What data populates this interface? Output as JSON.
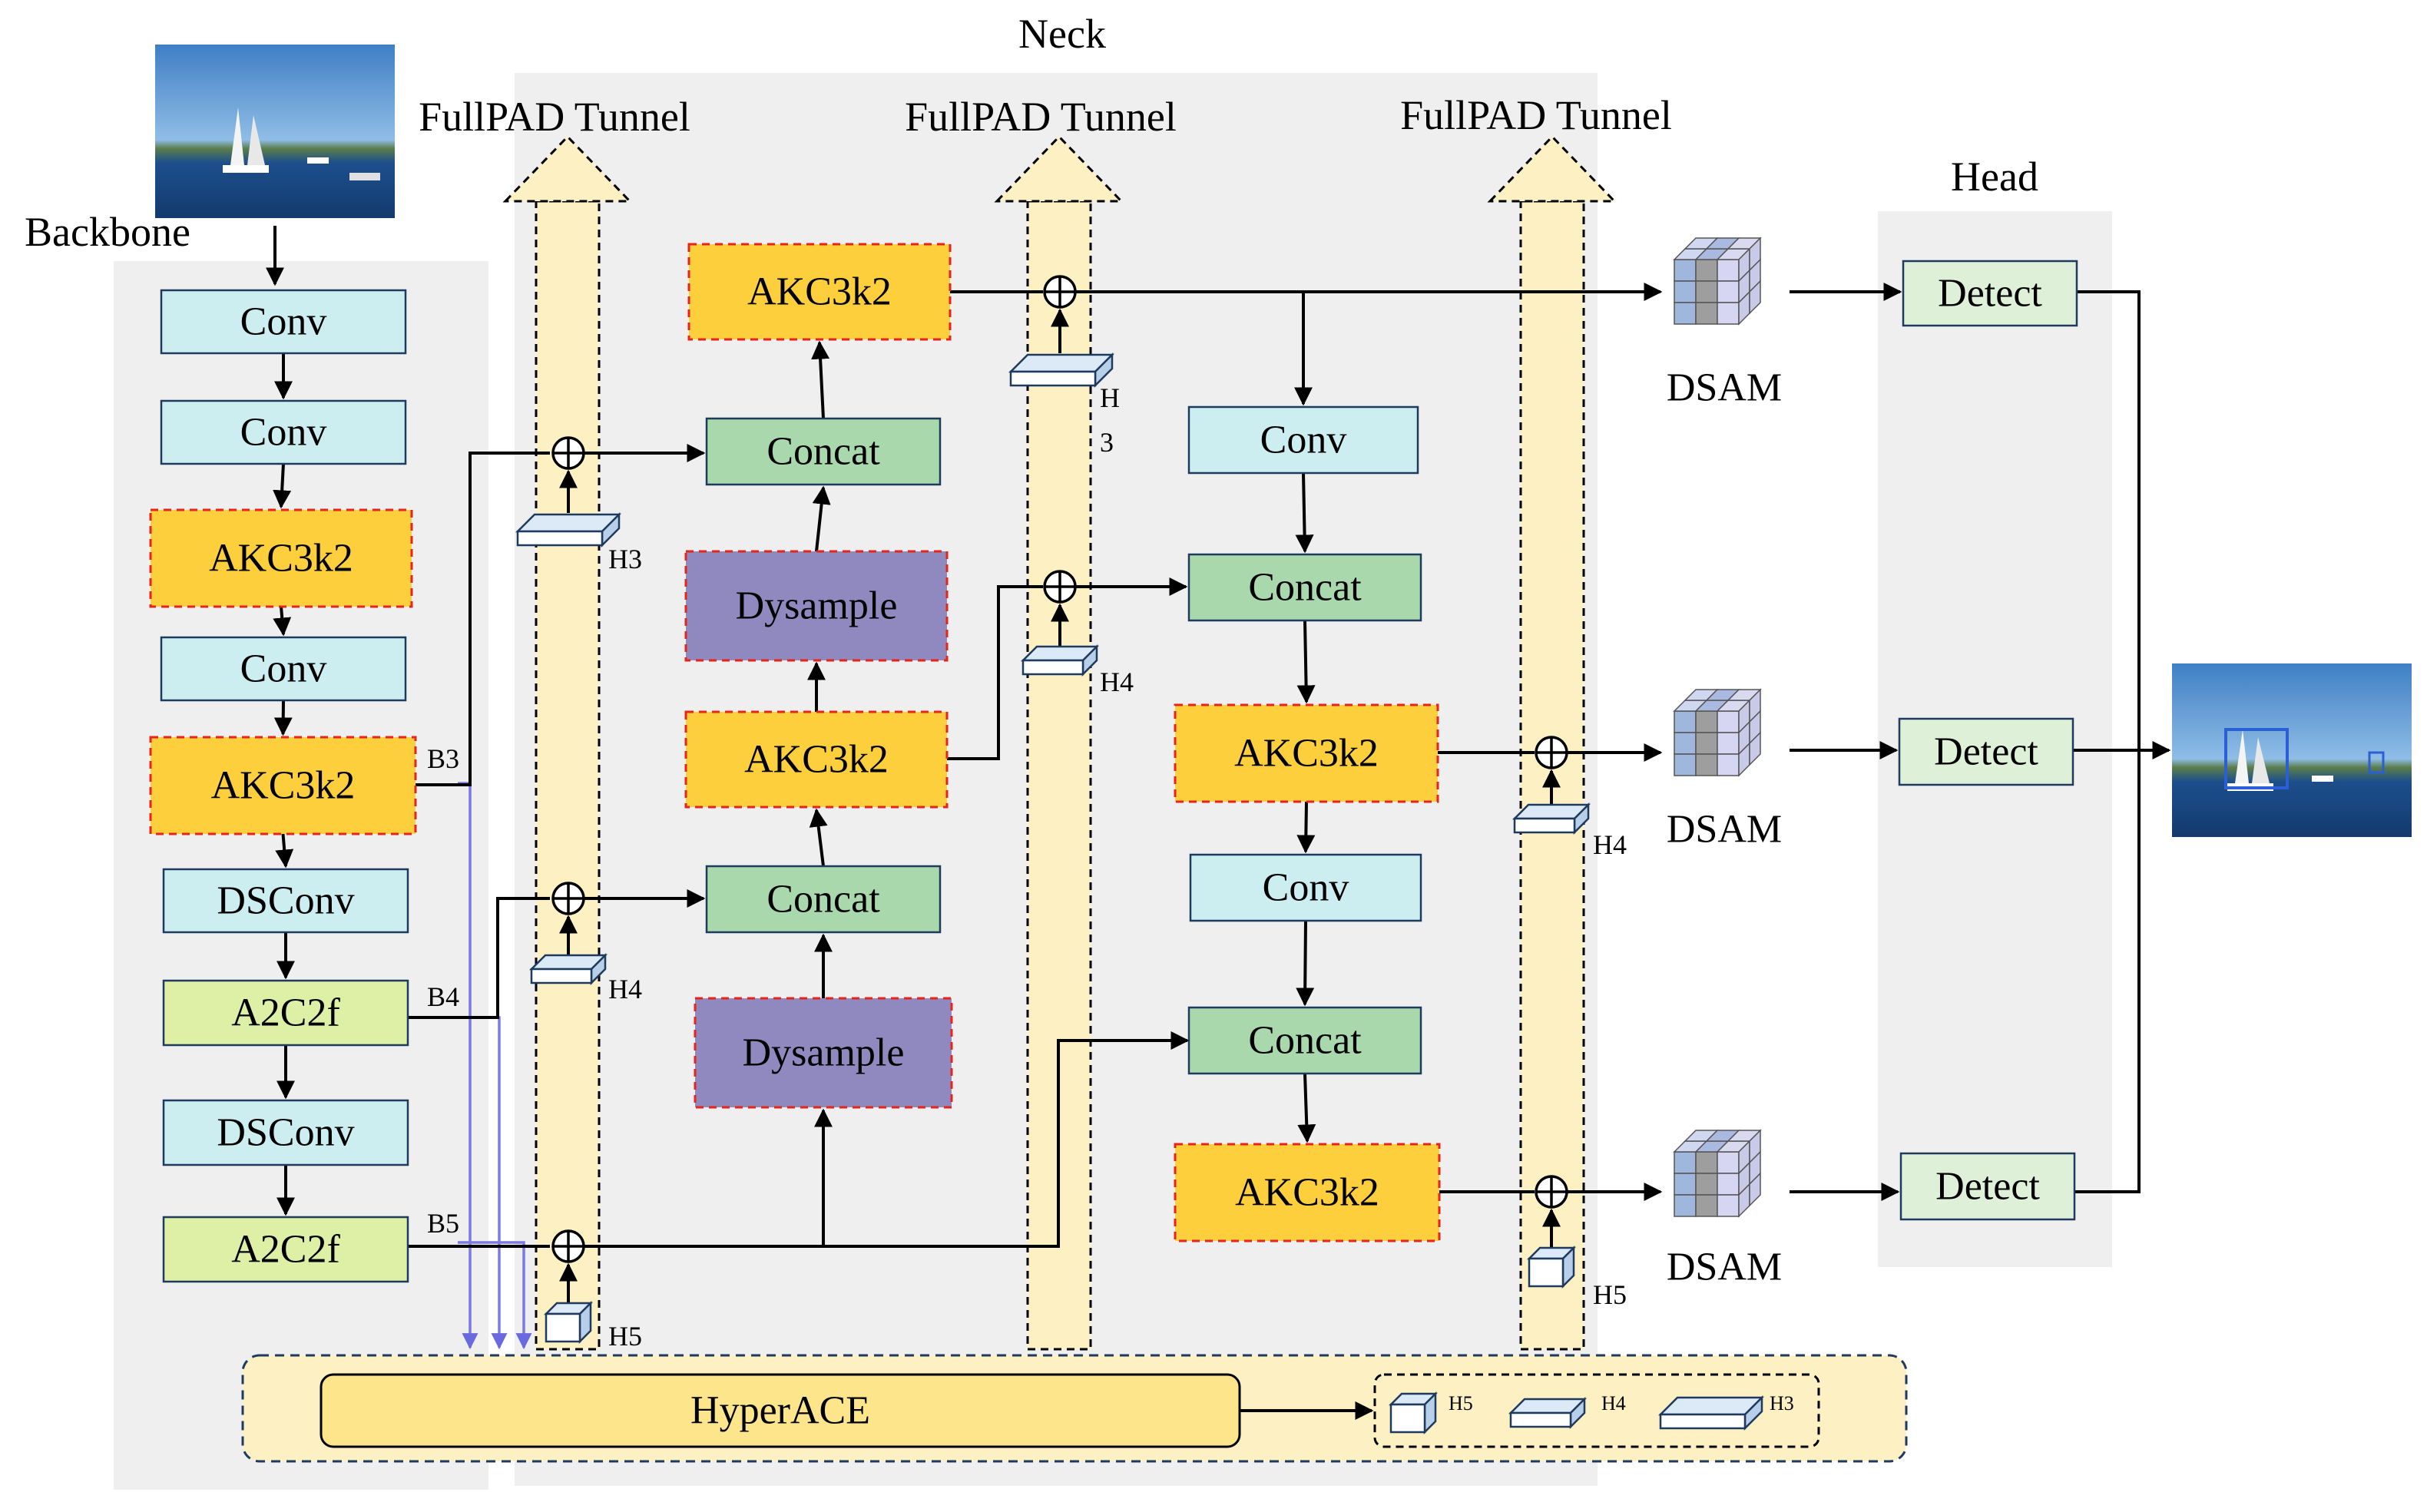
{
  "labels": {
    "neck": "Neck",
    "backbone": "Backbone",
    "head": "Head",
    "tunnel_1": "FullPAD  Tunnel",
    "tunnel_2": "FullPAD  Tunnel",
    "tunnel_3": "FullPAD  Tunnel",
    "hyperace": "HyperACE"
  },
  "backbone_blocks": [
    "Conv",
    "Conv",
    "AKC3k2",
    "Conv",
    "AKC3k2",
    "DSConv",
    "A2C2f",
    "DSConv",
    "A2C2f"
  ],
  "backbone_outputs": [
    "B3",
    "B4",
    "B5"
  ],
  "neck_col1_blocks": [
    "AKC3k2",
    "Concat",
    "Dysample",
    "AKC3k2",
    "Concat",
    "Dysample"
  ],
  "neck_col2_blocks": [
    "Conv",
    "Concat",
    "AKC3k2",
    "Conv",
    "Concat",
    "AKC3k2"
  ],
  "head_blocks": [
    "Detect",
    "Detect",
    "Detect"
  ],
  "dsam_labels": [
    "DSAM",
    "DSAM",
    "DSAM"
  ],
  "feature_labels": {
    "t1_h3": "H3",
    "t1_h4": "H4",
    "t1_h5": "H5",
    "t2_h3_line1": "H",
    "t2_h3_line2": "3",
    "t2_h4": "H4",
    "t3_h4": "H4",
    "t3_h5": "H5",
    "ace_h5": "H5",
    "ace_h4": "H4",
    "ace_h3": "H3"
  },
  "colors": {
    "conv": "#cdeef1",
    "akc": "#fdcf3c",
    "concat": "#a9d8ac",
    "dysample": "#8f89bf",
    "a2c2f": "#def0a5",
    "detect": "#dff0d9",
    "tunnel": "#fdf1c4",
    "region": "#efefef",
    "hyperace": "#fde58c",
    "hyperace_panel": "#fdf1c4"
  }
}
